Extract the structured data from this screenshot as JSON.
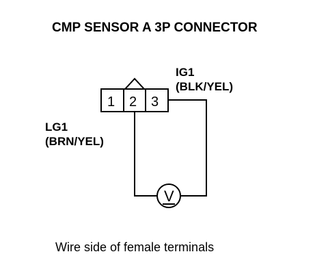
{
  "title": "CMP SENSOR A 3P CONNECTOR",
  "connector": {
    "pins": [
      "1",
      "2",
      "3"
    ]
  },
  "labels": {
    "ig1_name": "IG1",
    "ig1_color": "(BLK/YEL)",
    "lg1_name": "LG1",
    "lg1_color": "(BRN/YEL)"
  },
  "meter": {
    "symbol": "V",
    "icon": "voltmeter-icon"
  },
  "caption": "Wire side of female terminals",
  "colors": {
    "line": "#000000",
    "background": "#ffffff"
  }
}
